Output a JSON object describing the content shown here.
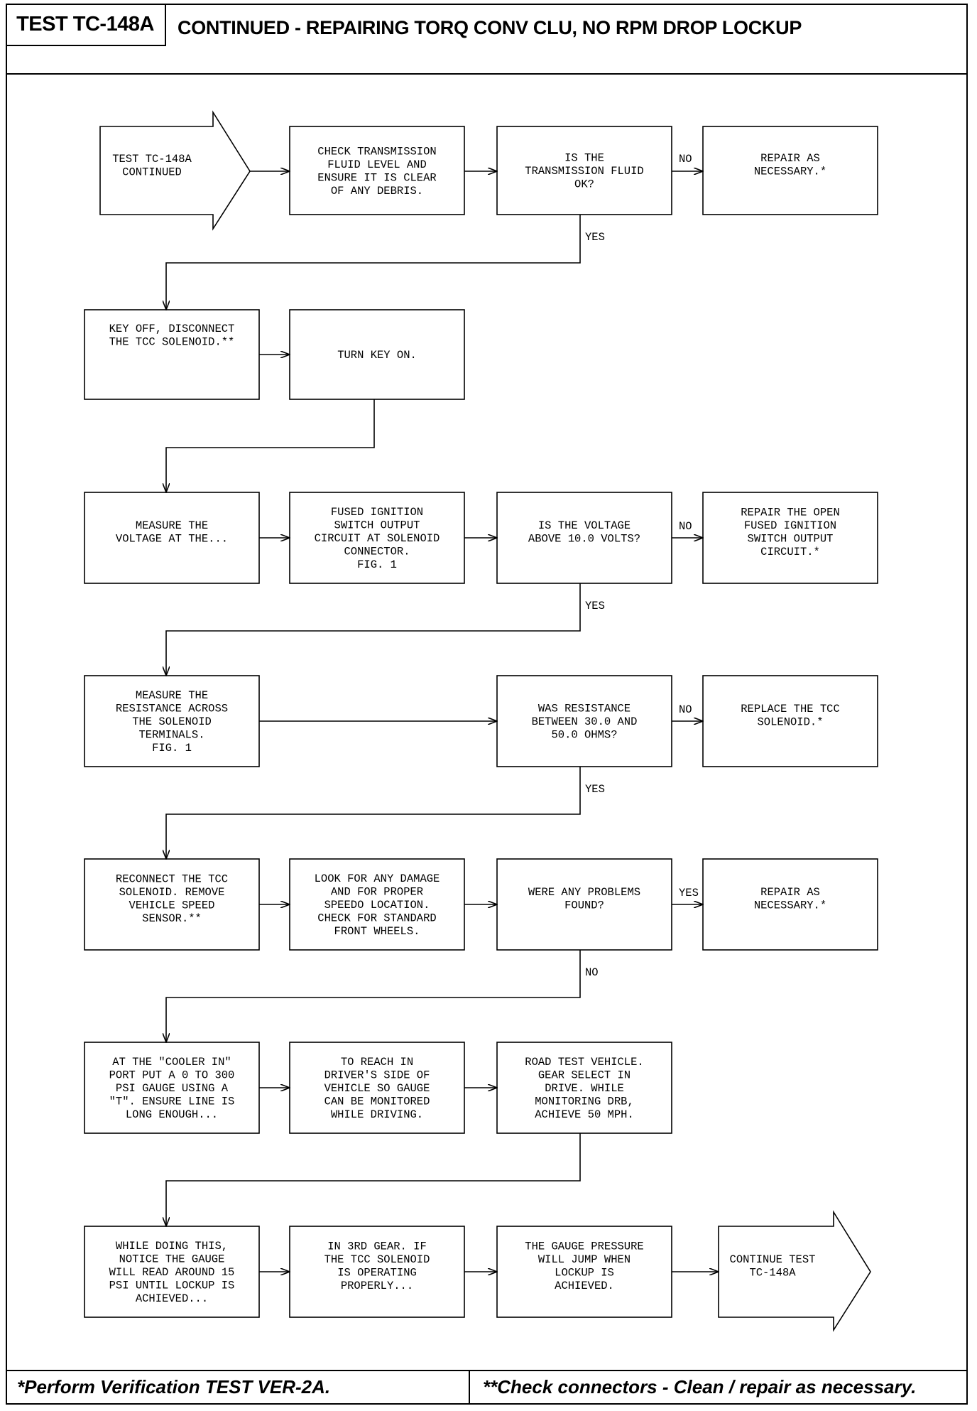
{
  "header": {
    "test_id": "TEST TC-148A",
    "title": "CONTINUED - REPAIRING TORQ CONV CLU, NO RPM DROP LOCKUP"
  },
  "footer": {
    "left": "*Perform Verification TEST VER-2A.",
    "right": "**Check connectors - Clean / repair as necessary."
  },
  "flow": {
    "start": [
      "TEST TC-148A",
      "CONTINUED"
    ],
    "row1": {
      "check_fluid": [
        "CHECK TRANSMISSION",
        "FLUID LEVEL AND",
        "ENSURE IT IS CLEAR",
        "OF ANY DEBRIS."
      ],
      "fluid_ok_q": [
        "IS THE",
        "TRANSMISSION FLUID",
        "OK?"
      ],
      "repair": [
        "REPAIR AS",
        "NECESSARY.*"
      ]
    },
    "row2": {
      "key_off": [
        "KEY OFF, DISCONNECT",
        "THE TCC SOLENOID.**"
      ],
      "key_on": [
        "TURN KEY ON."
      ]
    },
    "row3": {
      "measure_voltage": [
        "MEASURE THE",
        "VOLTAGE AT THE..."
      ],
      "fused_circuit": [
        "FUSED IGNITION",
        "SWITCH OUTPUT",
        "CIRCUIT AT SOLENOID",
        "CONNECTOR.",
        "FIG. 1"
      ],
      "voltage_q": [
        "IS THE VOLTAGE",
        "ABOVE 10.0 VOLTS?"
      ],
      "repair_open": [
        "REPAIR THE OPEN",
        "FUSED IGNITION",
        "SWITCH OUTPUT",
        "CIRCUIT.*"
      ]
    },
    "row4": {
      "measure_resistance": [
        "MEASURE THE",
        "RESISTANCE ACROSS",
        "THE SOLENOID",
        "TERMINALS.",
        "FIG. 1"
      ],
      "resistance_q": [
        "WAS RESISTANCE",
        "BETWEEN 30.0 AND",
        "50.0 OHMS?"
      ],
      "replace": [
        "REPLACE THE TCC",
        "SOLENOID.*"
      ]
    },
    "row5": {
      "reconnect": [
        "RECONNECT THE TCC",
        "SOLENOID. REMOVE",
        "VEHICLE SPEED",
        "SENSOR.**"
      ],
      "look_damage": [
        "LOOK FOR ANY DAMAGE",
        "AND FOR PROPER",
        "SPEEDO LOCATION.",
        "CHECK FOR STANDARD",
        "FRONT WHEELS."
      ],
      "problems_q": [
        "WERE ANY PROBLEMS",
        "FOUND?"
      ],
      "repair": [
        "REPAIR AS",
        "NECESSARY.*"
      ]
    },
    "row6": {
      "cooler_in": [
        "AT THE \"COOLER IN\"",
        "PORT PUT A 0 TO 300",
        "PSI GAUGE USING A",
        "\"T\". ENSURE LINE IS",
        "LONG ENOUGH..."
      ],
      "to_reach": [
        "TO REACH IN",
        "DRIVER'S SIDE OF",
        "VEHICLE SO GAUGE",
        "CAN BE MONITORED",
        "WHILE DRIVING."
      ],
      "road_test": [
        "ROAD TEST VEHICLE.",
        "GEAR SELECT IN",
        "DRIVE. WHILE",
        "MONITORING DRB,",
        "ACHIEVE 50 MPH."
      ]
    },
    "row7": {
      "while_doing": [
        "WHILE DOING THIS,",
        "NOTICE THE GAUGE",
        "WILL READ AROUND 15",
        "PSI UNTIL LOCKUP IS",
        "ACHIEVED..."
      ],
      "third_gear": [
        "IN 3RD GEAR. IF",
        "THE TCC SOLENOID",
        "IS OPERATING",
        "PROPERLY..."
      ],
      "gauge_jump": [
        "THE GAUGE PRESSURE",
        "WILL JUMP WHEN",
        "LOCKUP IS",
        "ACHIEVED."
      ],
      "continue": [
        "CONTINUE TEST",
        "TC-148A"
      ]
    },
    "labels": {
      "yes": "YES",
      "no": "NO"
    }
  }
}
